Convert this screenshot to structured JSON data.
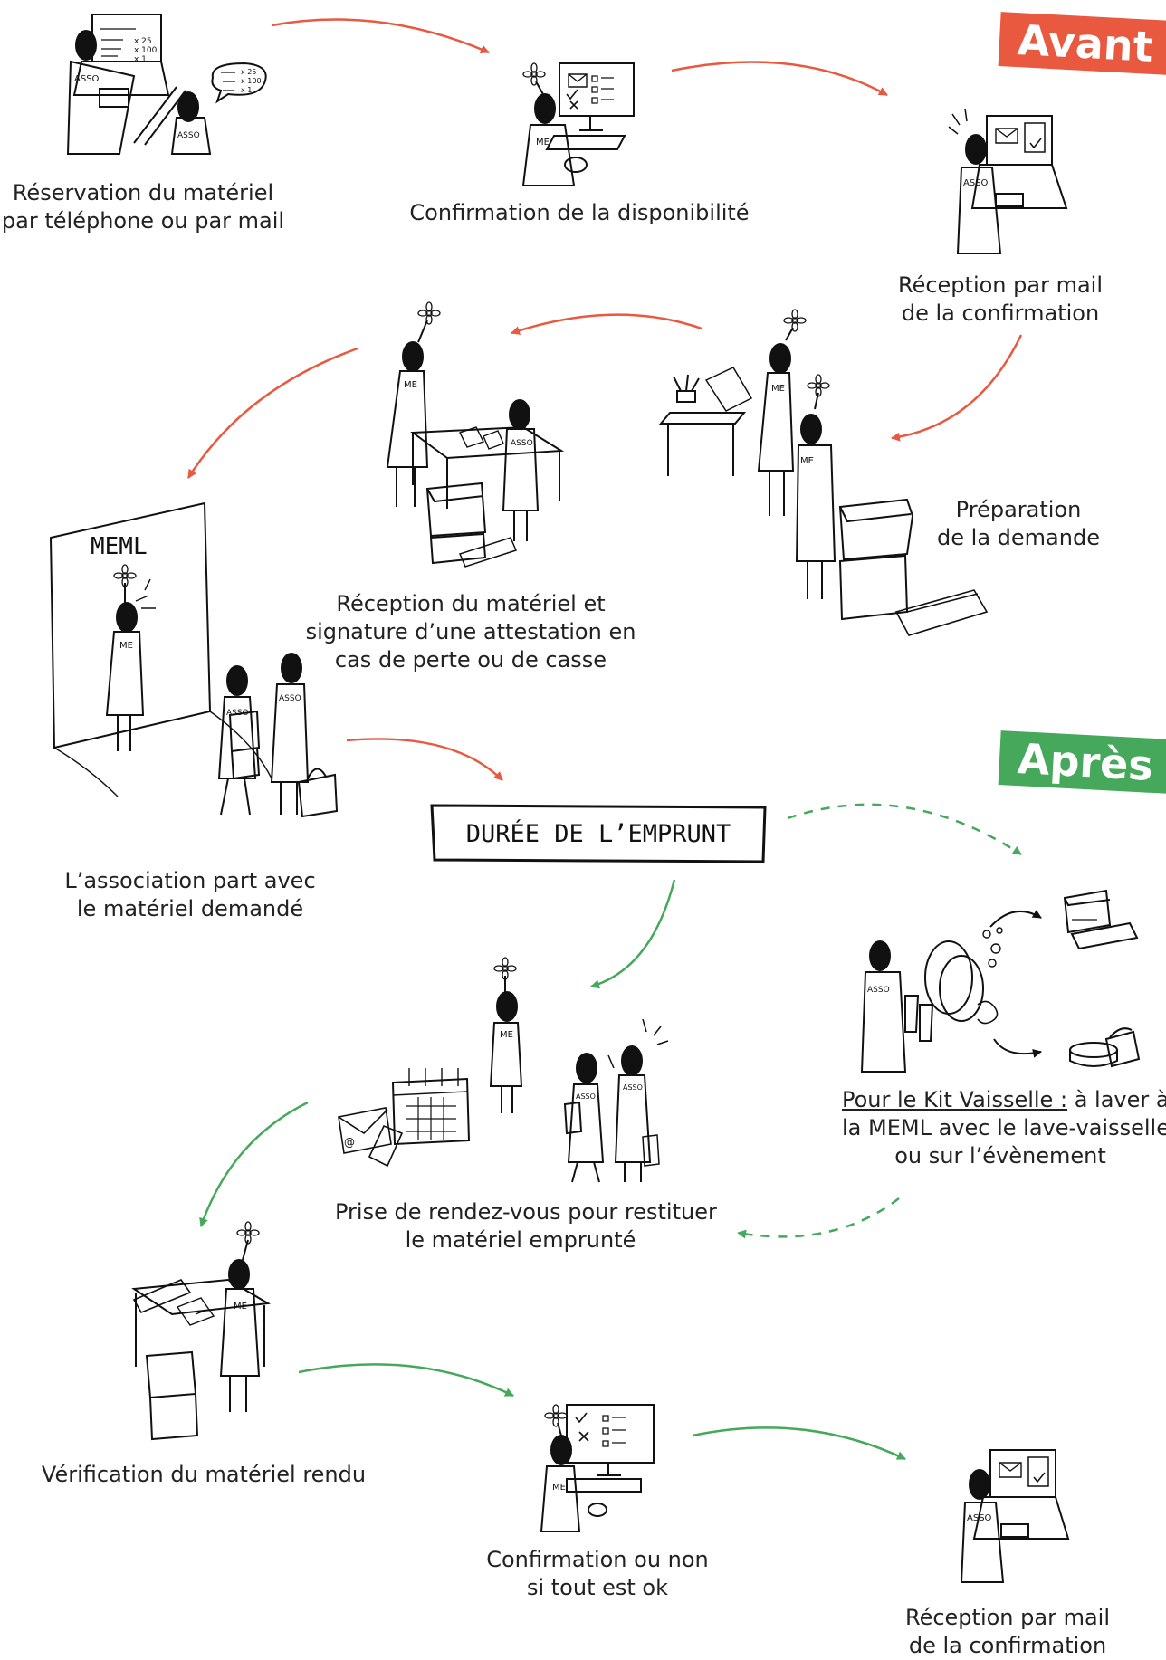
{
  "badges": {
    "avant": {
      "label": "Avant",
      "color": "#e8593f"
    },
    "apres": {
      "label": "Après",
      "color": "#45a85a"
    }
  },
  "colors": {
    "before_arrow": "#e8593f",
    "after_arrow": "#45a85a",
    "ink": "#111111"
  },
  "before": {
    "steps": [
      {
        "lines": [
          "Réservation du matériel",
          "par téléphone ou par mail"
        ]
      },
      {
        "lines": [
          "Confirmation de la disponibilité"
        ]
      },
      {
        "lines": [
          "Réception par mail",
          "de la confirmation"
        ]
      },
      {
        "lines": [
          "Préparation",
          "de la demande"
        ]
      },
      {
        "lines": [
          "Réception du matériel et",
          "signature d’une attestation en",
          "cas de perte ou de casse"
        ]
      },
      {
        "lines": [
          "L’association part avec",
          "le matériel demandé"
        ]
      }
    ]
  },
  "loan": {
    "label": "DURÉE DE L’EMPRUNT"
  },
  "after": {
    "kit": {
      "underlined": "Pour le Kit Vaisselle :",
      "rest": "à laver à",
      "lines": [
        "la MEML avec le lave-vaisselle",
        "ou sur l’évènement"
      ]
    },
    "steps": [
      {
        "lines": [
          "Prise de rendez-vous pour restituer",
          "le matériel emprunté"
        ]
      },
      {
        "lines": [
          "Vérification du matériel rendu"
        ]
      },
      {
        "lines": [
          "Confirmation ou non",
          "si tout est ok"
        ]
      },
      {
        "lines": [
          "Réception par mail",
          "de la confirmation"
        ]
      }
    ]
  },
  "illustration_labels": {
    "asso": "ASSO",
    "me": "ME",
    "meml": "MEML",
    "quantities": [
      "x 25",
      "x 100",
      "x 1"
    ]
  }
}
